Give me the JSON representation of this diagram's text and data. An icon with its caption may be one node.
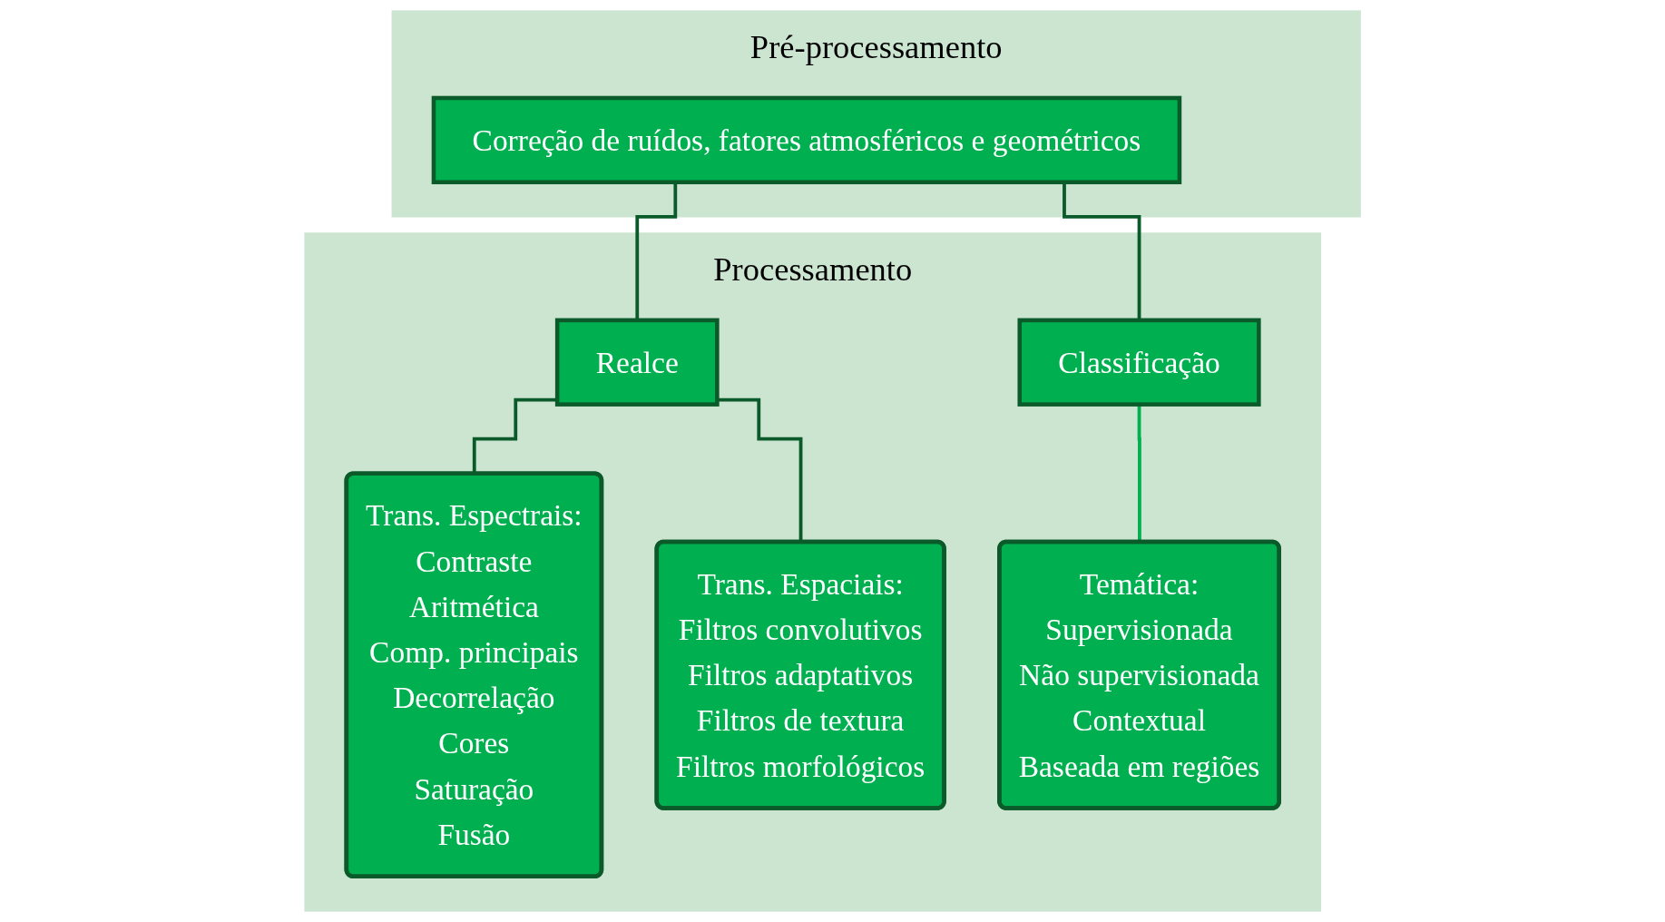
{
  "diagram": {
    "nodes": [
      {
        "text": [
          "Pré-processamento"
        ]
      },
      {
        "text": [
          "Correção de ruídos, fatores atmosféricos e geométricos"
        ],
        "in": 0
      },
      {
        "text": [
          "Processamento"
        ]
      },
      {
        "text": [
          "Realce"
        ],
        "in": 2
      },
      {
        "text": [
          "Classificação"
        ],
        "in": 2
      },
      {
        "text": [
          "Trans. Espectrais:",
          "Contraste",
          "Aritmética",
          "Comp. principais",
          "Decorrelação",
          "Cores",
          "Saturação",
          "Fusão"
        ],
        "in": 2
      },
      {
        "text": [
          "Trans. Espaciais:",
          "Filtros convolutivos",
          "Filtros adaptativos",
          "Filtros de textura",
          "Filtros morfológicos"
        ],
        "in": 2
      },
      {
        "text": [
          "Temática:",
          "Supervisionada",
          "Não supervisionada",
          "Contextual",
          "Baseada em regiões"
        ],
        "in": 2
      }
    ],
    "edges": [
      {
        "from": 1,
        "to": 3,
        "arrow": "none"
      },
      {
        "from": 1,
        "to": 4,
        "arrow": "none"
      },
      {
        "from": 3,
        "to": 5,
        "arrow": "none"
      },
      {
        "from": 3,
        "to": 6,
        "arrow": "none"
      },
      {
        "from": 4,
        "to": 7,
        "arrow": "none",
        "color": "#00b050"
      }
    ]
  }
}
